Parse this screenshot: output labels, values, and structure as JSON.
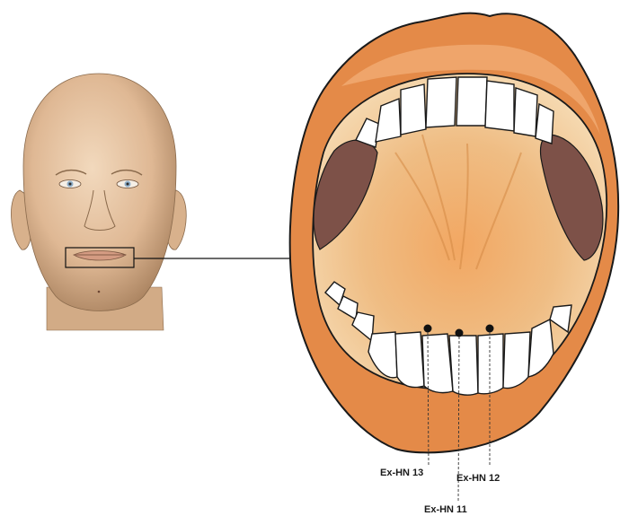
{
  "points": [
    {
      "id": "ex-hn-13",
      "label": "Ex-HN 13"
    },
    {
      "id": "ex-hn-12",
      "label": "Ex-HN 12"
    },
    {
      "id": "ex-hn-11",
      "label": "Ex-HN 11"
    }
  ],
  "colors": {
    "skin": "#e6c09c",
    "lip": "#e58e4c",
    "lip_dark": "#c56a2c",
    "mouth_floor": "#f0c489",
    "cheek": "#7d5148",
    "tooth": "#ffffff",
    "outline": "#1a1a1a"
  }
}
